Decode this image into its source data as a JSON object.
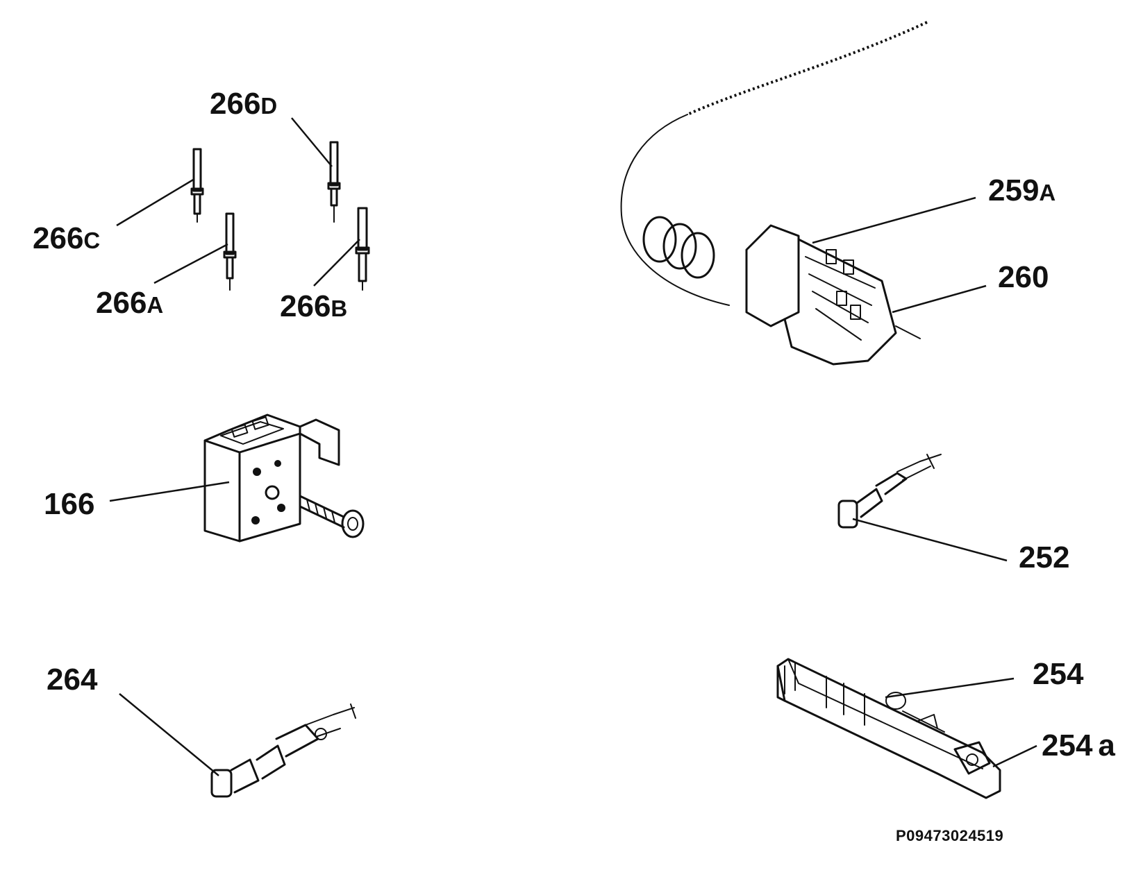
{
  "callouts": {
    "p266d": {
      "num": "266",
      "suffix": "D"
    },
    "p266c": {
      "num": "266",
      "suffix": "C"
    },
    "p266a": {
      "num": "266",
      "suffix": "A"
    },
    "p266b": {
      "num": "266",
      "suffix": "B"
    },
    "p259a": {
      "num": "259",
      "suffix": "A"
    },
    "p260": {
      "num": "260"
    },
    "p166": {
      "num": "166"
    },
    "p252": {
      "num": "252"
    },
    "p264": {
      "num": "264"
    },
    "p254": {
      "num": "254"
    },
    "p254a": {
      "num": "254",
      "suffix": "a"
    }
  },
  "document_number": "P09473024519"
}
